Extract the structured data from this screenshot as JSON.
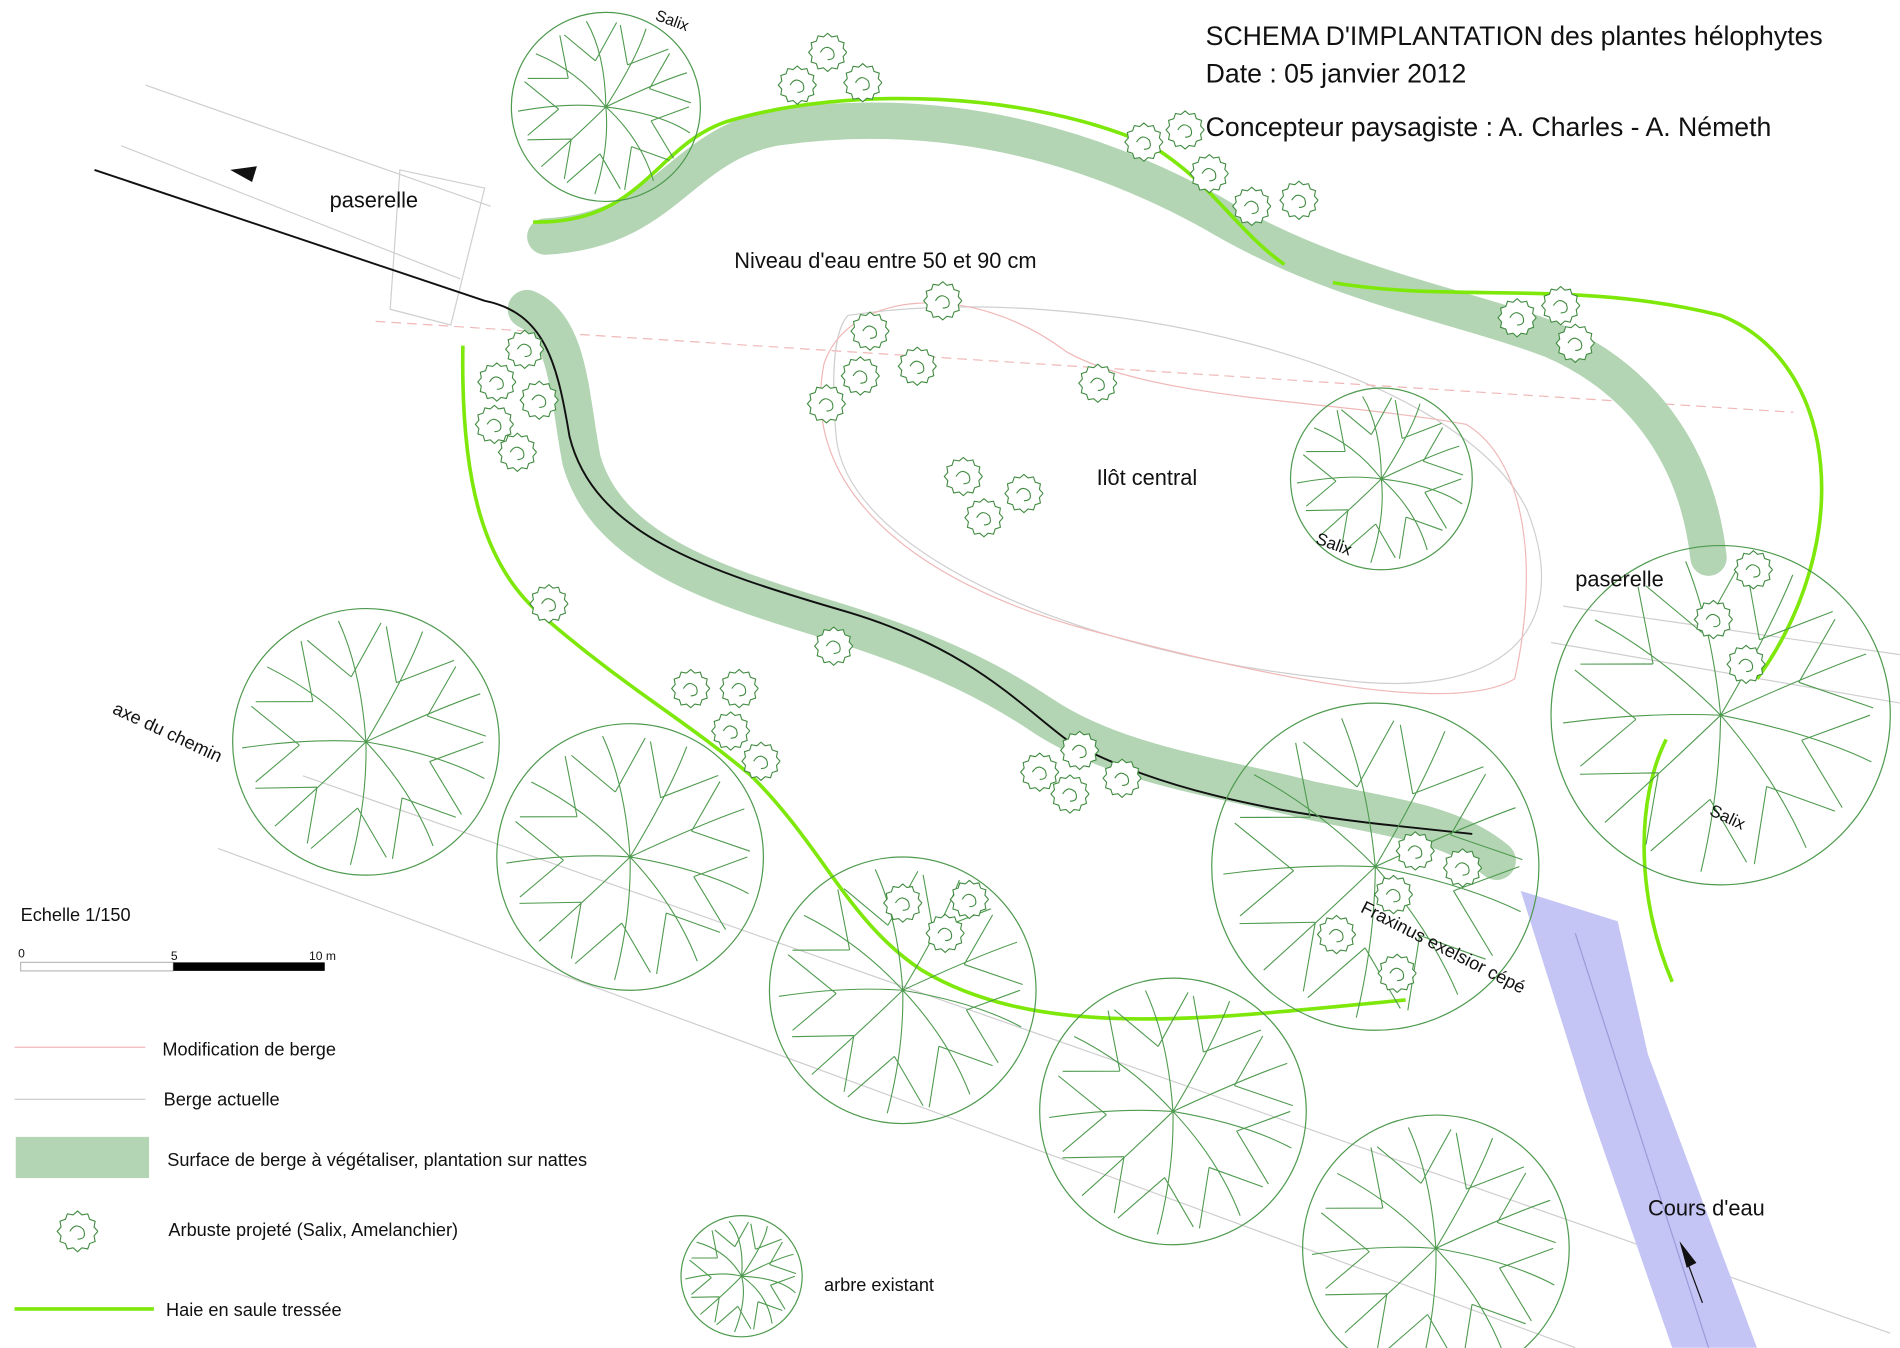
{
  "title": {
    "line1": "SCHEMA D'IMPLANTATION des plantes hélophytes",
    "line2": "Date : 05 janvier 2012",
    "line3": "Concepteur paysagiste : A. Charles - A. Németh"
  },
  "labels": {
    "paserelle_left": "paserelle",
    "paserelle_right": "paserelle",
    "water_level": "Niveau d'eau entre 50 et 90 cm",
    "ilot": "Ilôt central",
    "salix_top": "Salix",
    "salix_center": "Salix",
    "salix_right": "Salix",
    "axe": "axe du chemin",
    "fraxinus": "Fraxinus exelsior cépé",
    "cours": "Cours d'eau"
  },
  "scale": {
    "title": "Echelle 1/150",
    "tick0": "0",
    "tick5": "5",
    "tick10": "10 m"
  },
  "legend": {
    "modification": "Modification de berge",
    "berge": "Berge actuelle",
    "surface": "Surface de berge à végétaliser, plantation sur nattes",
    "arbuste": "Arbuste projeté (Salix, Amelanchier)",
    "haie": "Haie en saule tressée",
    "arbre": "arbre existant"
  },
  "colors": {
    "bank_fill": "#b3d5b4",
    "hedge": "#7ee80a",
    "tree_stroke": "#4e9a4e",
    "stream": "#c5c5f5",
    "modification_line": "#f0b8b8",
    "berge_line": "#c8c8c8"
  }
}
